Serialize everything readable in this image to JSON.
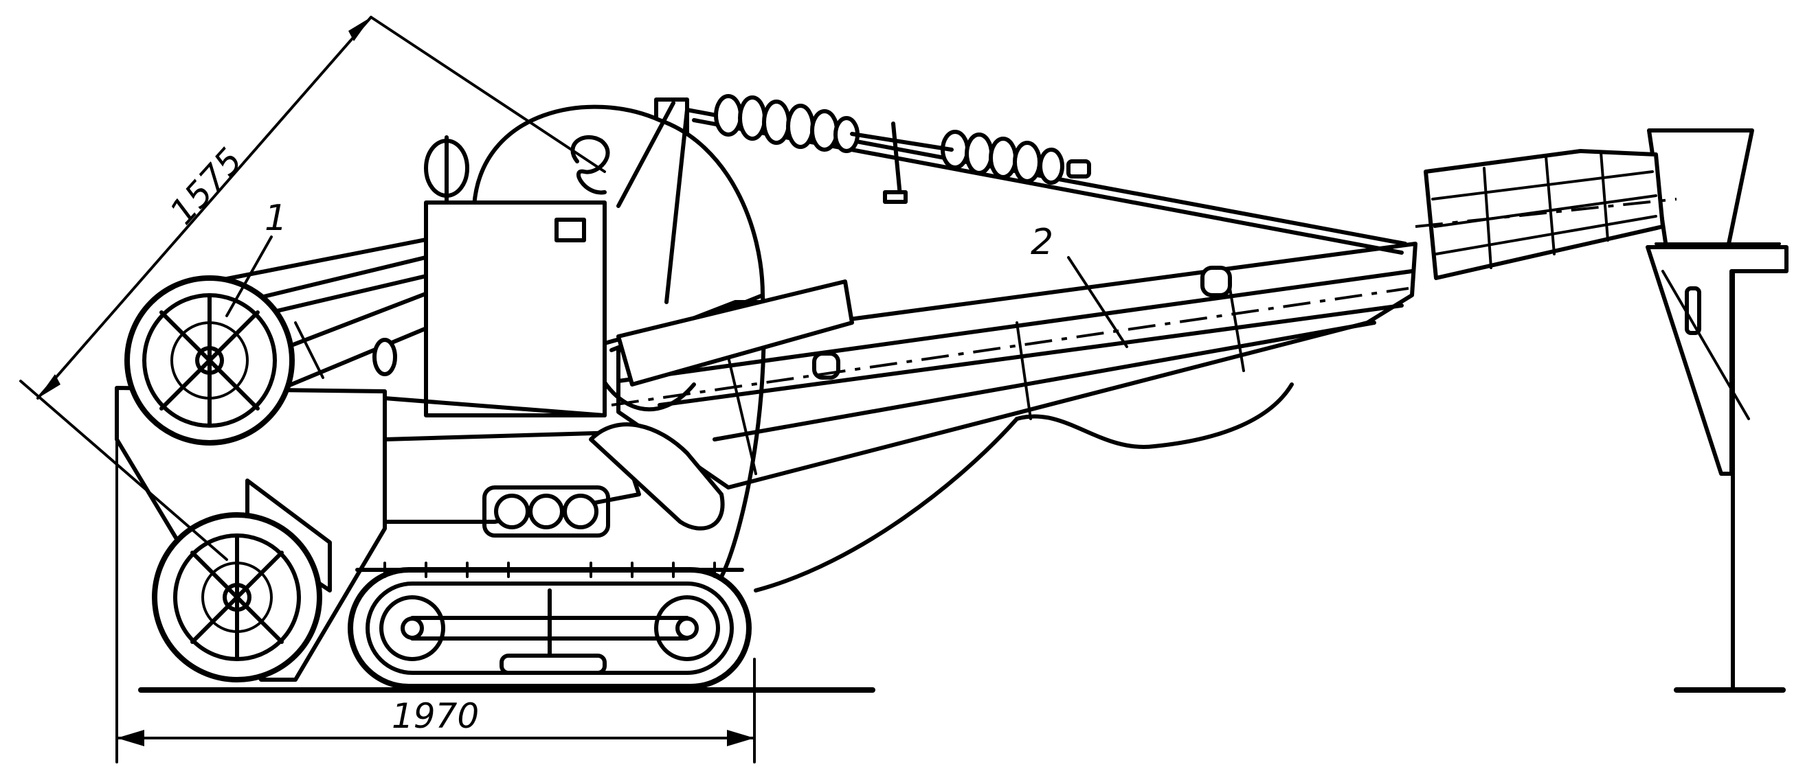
{
  "dimensions": {
    "diagonal": "1575",
    "base_length": "1970"
  },
  "callouts": {
    "part_1": "1",
    "part_2": "2"
  },
  "colors": {
    "line": "#000000",
    "background": "#ffffff"
  }
}
